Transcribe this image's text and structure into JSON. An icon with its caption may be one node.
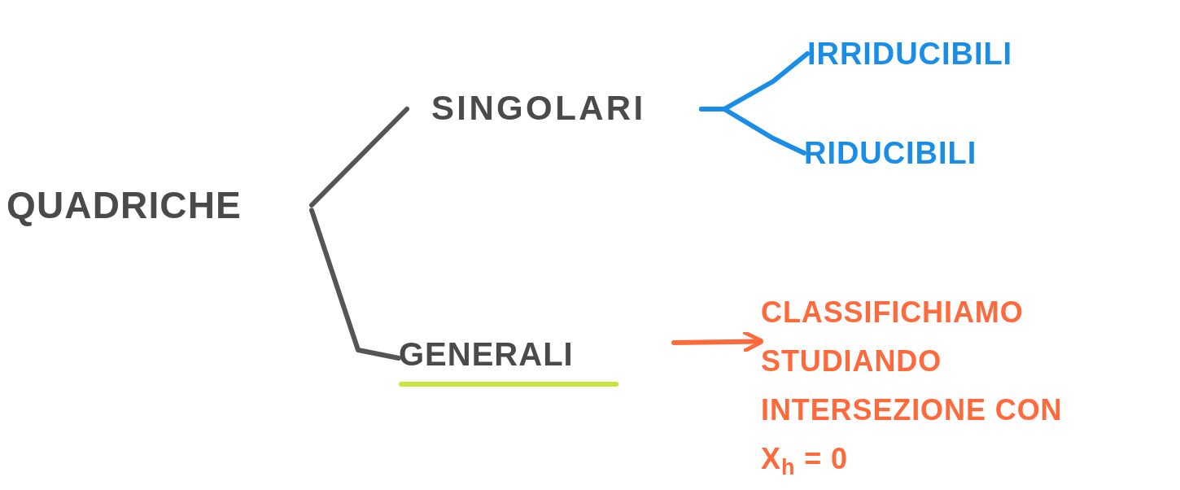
{
  "diagram": {
    "nodes": [
      {
        "text": [
          "QUADRICHE"
        ]
      },
      {
        "text": [
          "SINGOLARI"
        ]
      },
      {
        "text": [
          "GENERALI"
        ]
      },
      {
        "text": [
          "IRRIDUCIBILI"
        ]
      },
      {
        "text": [
          "RIDUCIBILI"
        ]
      },
      {
        "text": [
          "CLASSIFICHIAMO STUDIANDO INTERSEZIONE CON X$_{h}$ = 0"
        ]
      }
    ],
    "edges": [
      {
        "from": 0,
        "to": 1,
        "arrow": "none"
      },
      {
        "from": 0,
        "to": 2,
        "arrow": "none"
      },
      {
        "from": 1,
        "to": 3,
        "arrow": "none",
        "color": "#1a8ee6"
      },
      {
        "from": 1,
        "to": 4,
        "arrow": "none",
        "color": "#1a8ee6"
      },
      {
        "from": 2,
        "to": 5,
        "arrow": "to",
        "color": "#ff6a3d"
      }
    ]
  }
}
